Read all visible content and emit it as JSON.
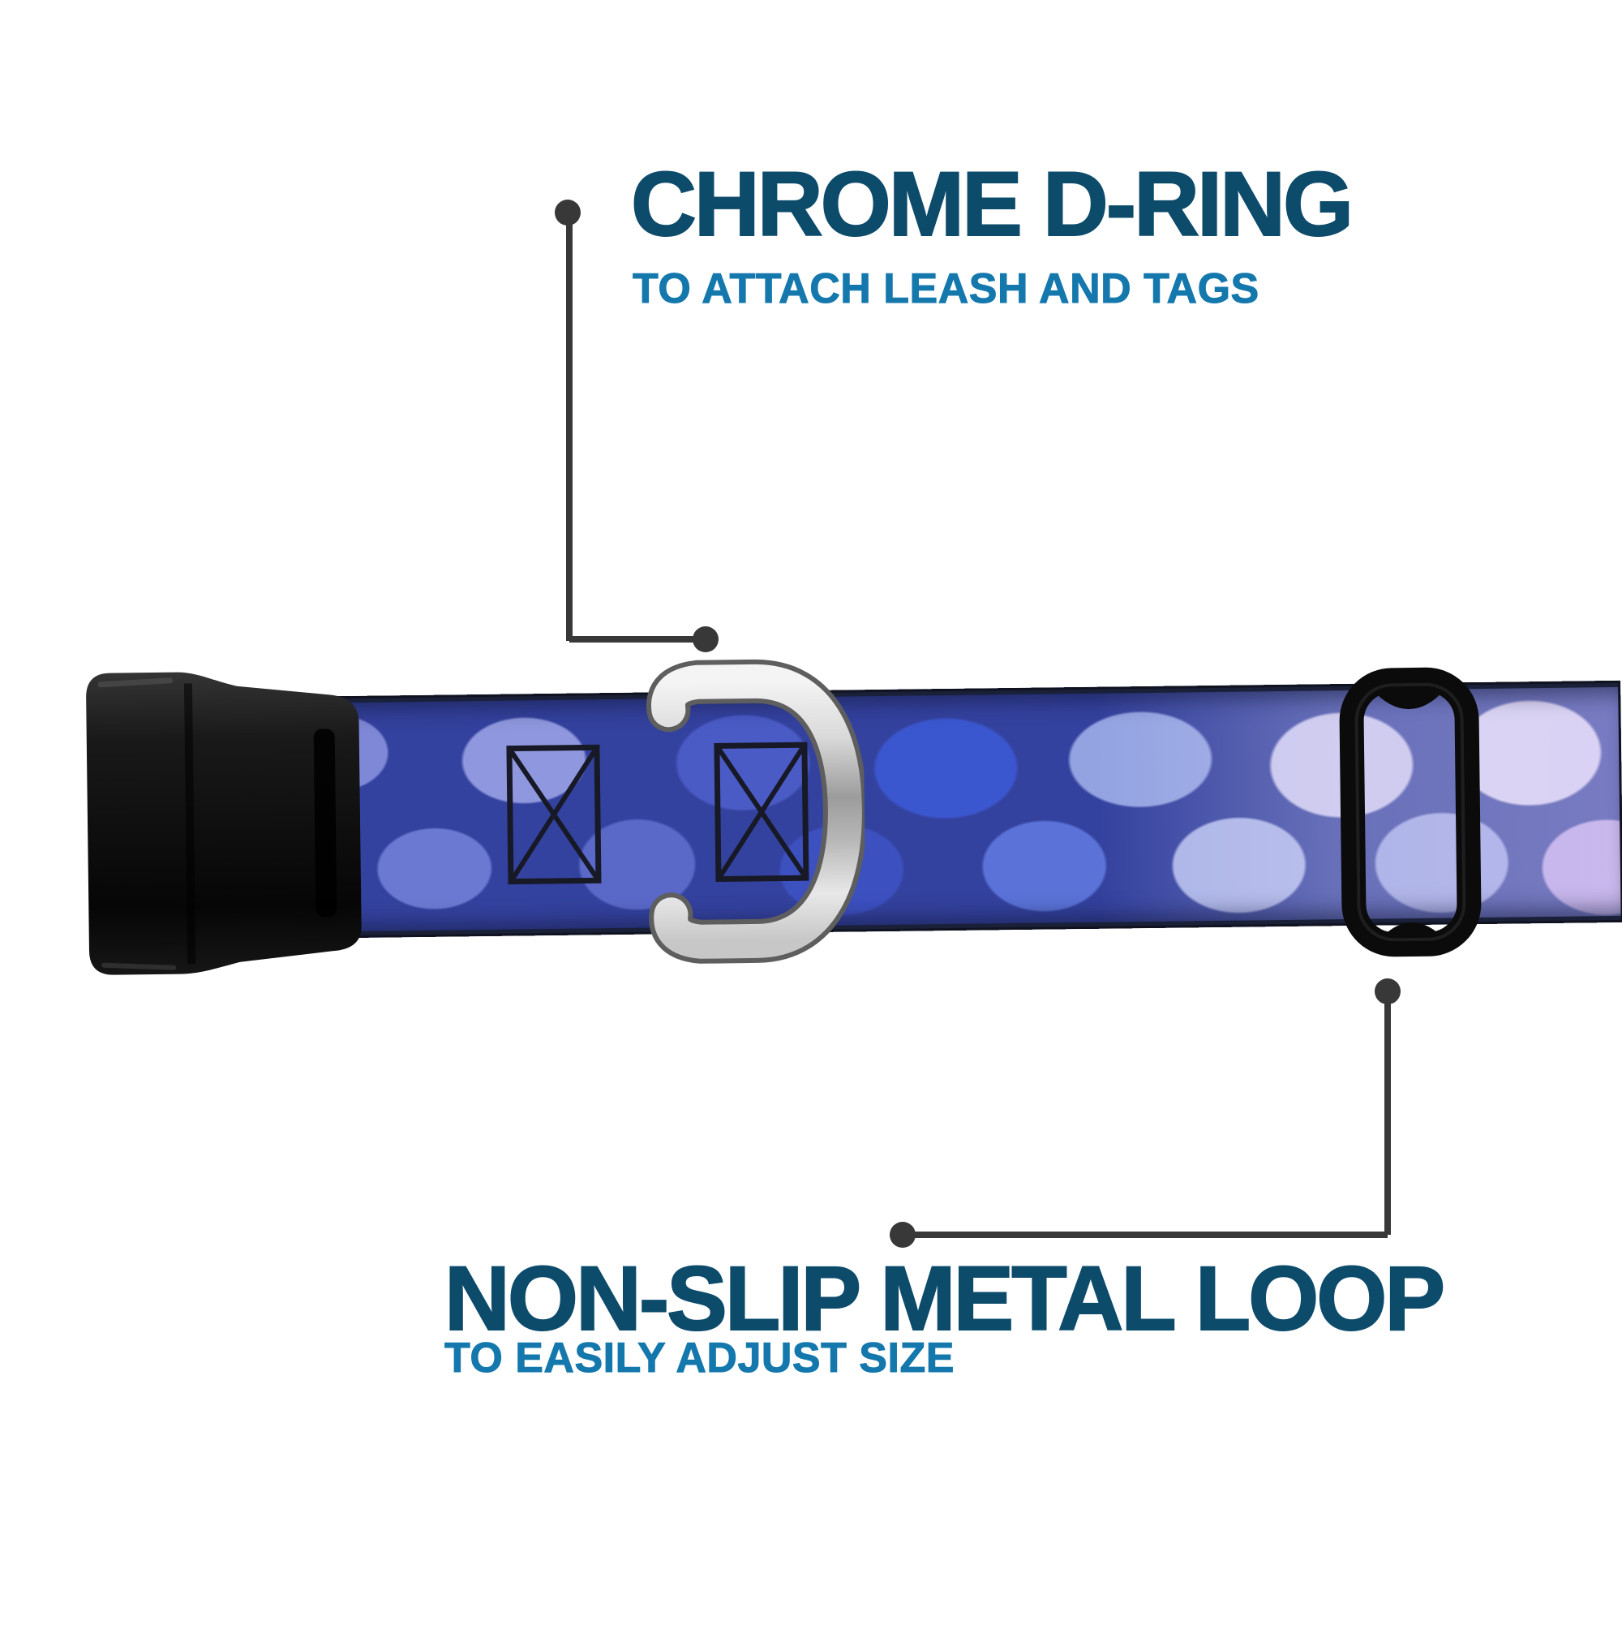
{
  "page": {
    "background_color": "#ffffff"
  },
  "callouts": {
    "line_color": "#383838",
    "top": {
      "title": "CHROME D-RING",
      "subtitle": "TO ATTACH LEASH AND TAGS",
      "title_color": "#0d4b6b",
      "subtitle_color": "#1478ad"
    },
    "bottom": {
      "title": "NON-SLIP METAL LOOP",
      "subtitle": "TO EASILY ADJUST SIZE",
      "title_color": "#0d4b6b",
      "subtitle_color": "#1478ad"
    }
  },
  "collar": {
    "parts": [
      {
        "name": "side-release-buckle",
        "color": "#0d0d0d"
      },
      {
        "name": "patterned-webbing-strap",
        "colors": [
          "#34429f",
          "#7e88d6",
          "#aab4e8",
          "#c9c7ee",
          "#b9a6e6"
        ]
      },
      {
        "name": "box-x-stitching",
        "color": "#171926",
        "count": 2
      },
      {
        "name": "chrome-d-ring",
        "color": "#c9c9c9"
      },
      {
        "name": "non-slip-metal-loop",
        "color": "#0b0b0b"
      }
    ]
  }
}
